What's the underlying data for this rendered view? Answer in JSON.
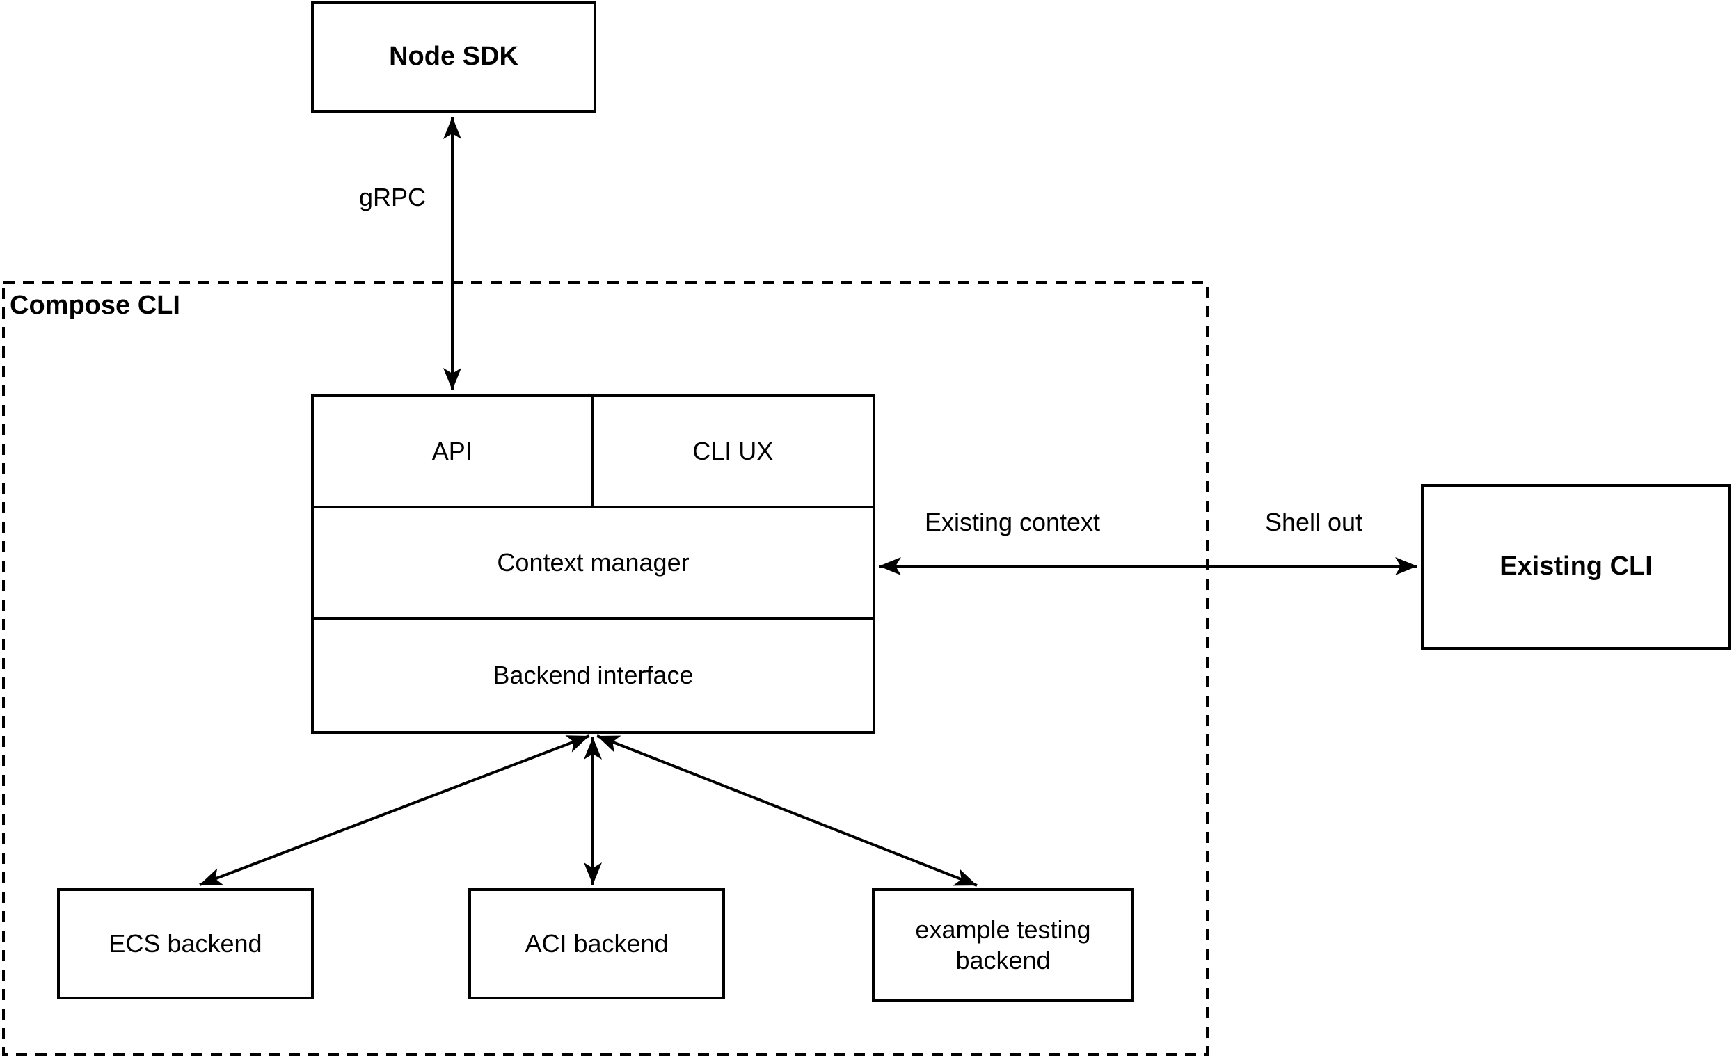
{
  "diagram": {
    "group": {
      "label": "Compose CLI"
    },
    "nodes": {
      "node_sdk": "Node SDK",
      "api": "API",
      "cli_ux": "CLI UX",
      "context_manager": "Context manager",
      "backend_interface": "Backend interface",
      "existing_cli": "Existing CLI",
      "ecs_backend": "ECS backend",
      "aci_backend": "ACI backend",
      "example_testing_backend": "example testing backend"
    },
    "edge_labels": {
      "grpc": "gRPC",
      "existing_context": "Existing context",
      "shell_out": "Shell out"
    },
    "colors": {
      "stroke": "#000000",
      "background": "#ffffff"
    }
  }
}
